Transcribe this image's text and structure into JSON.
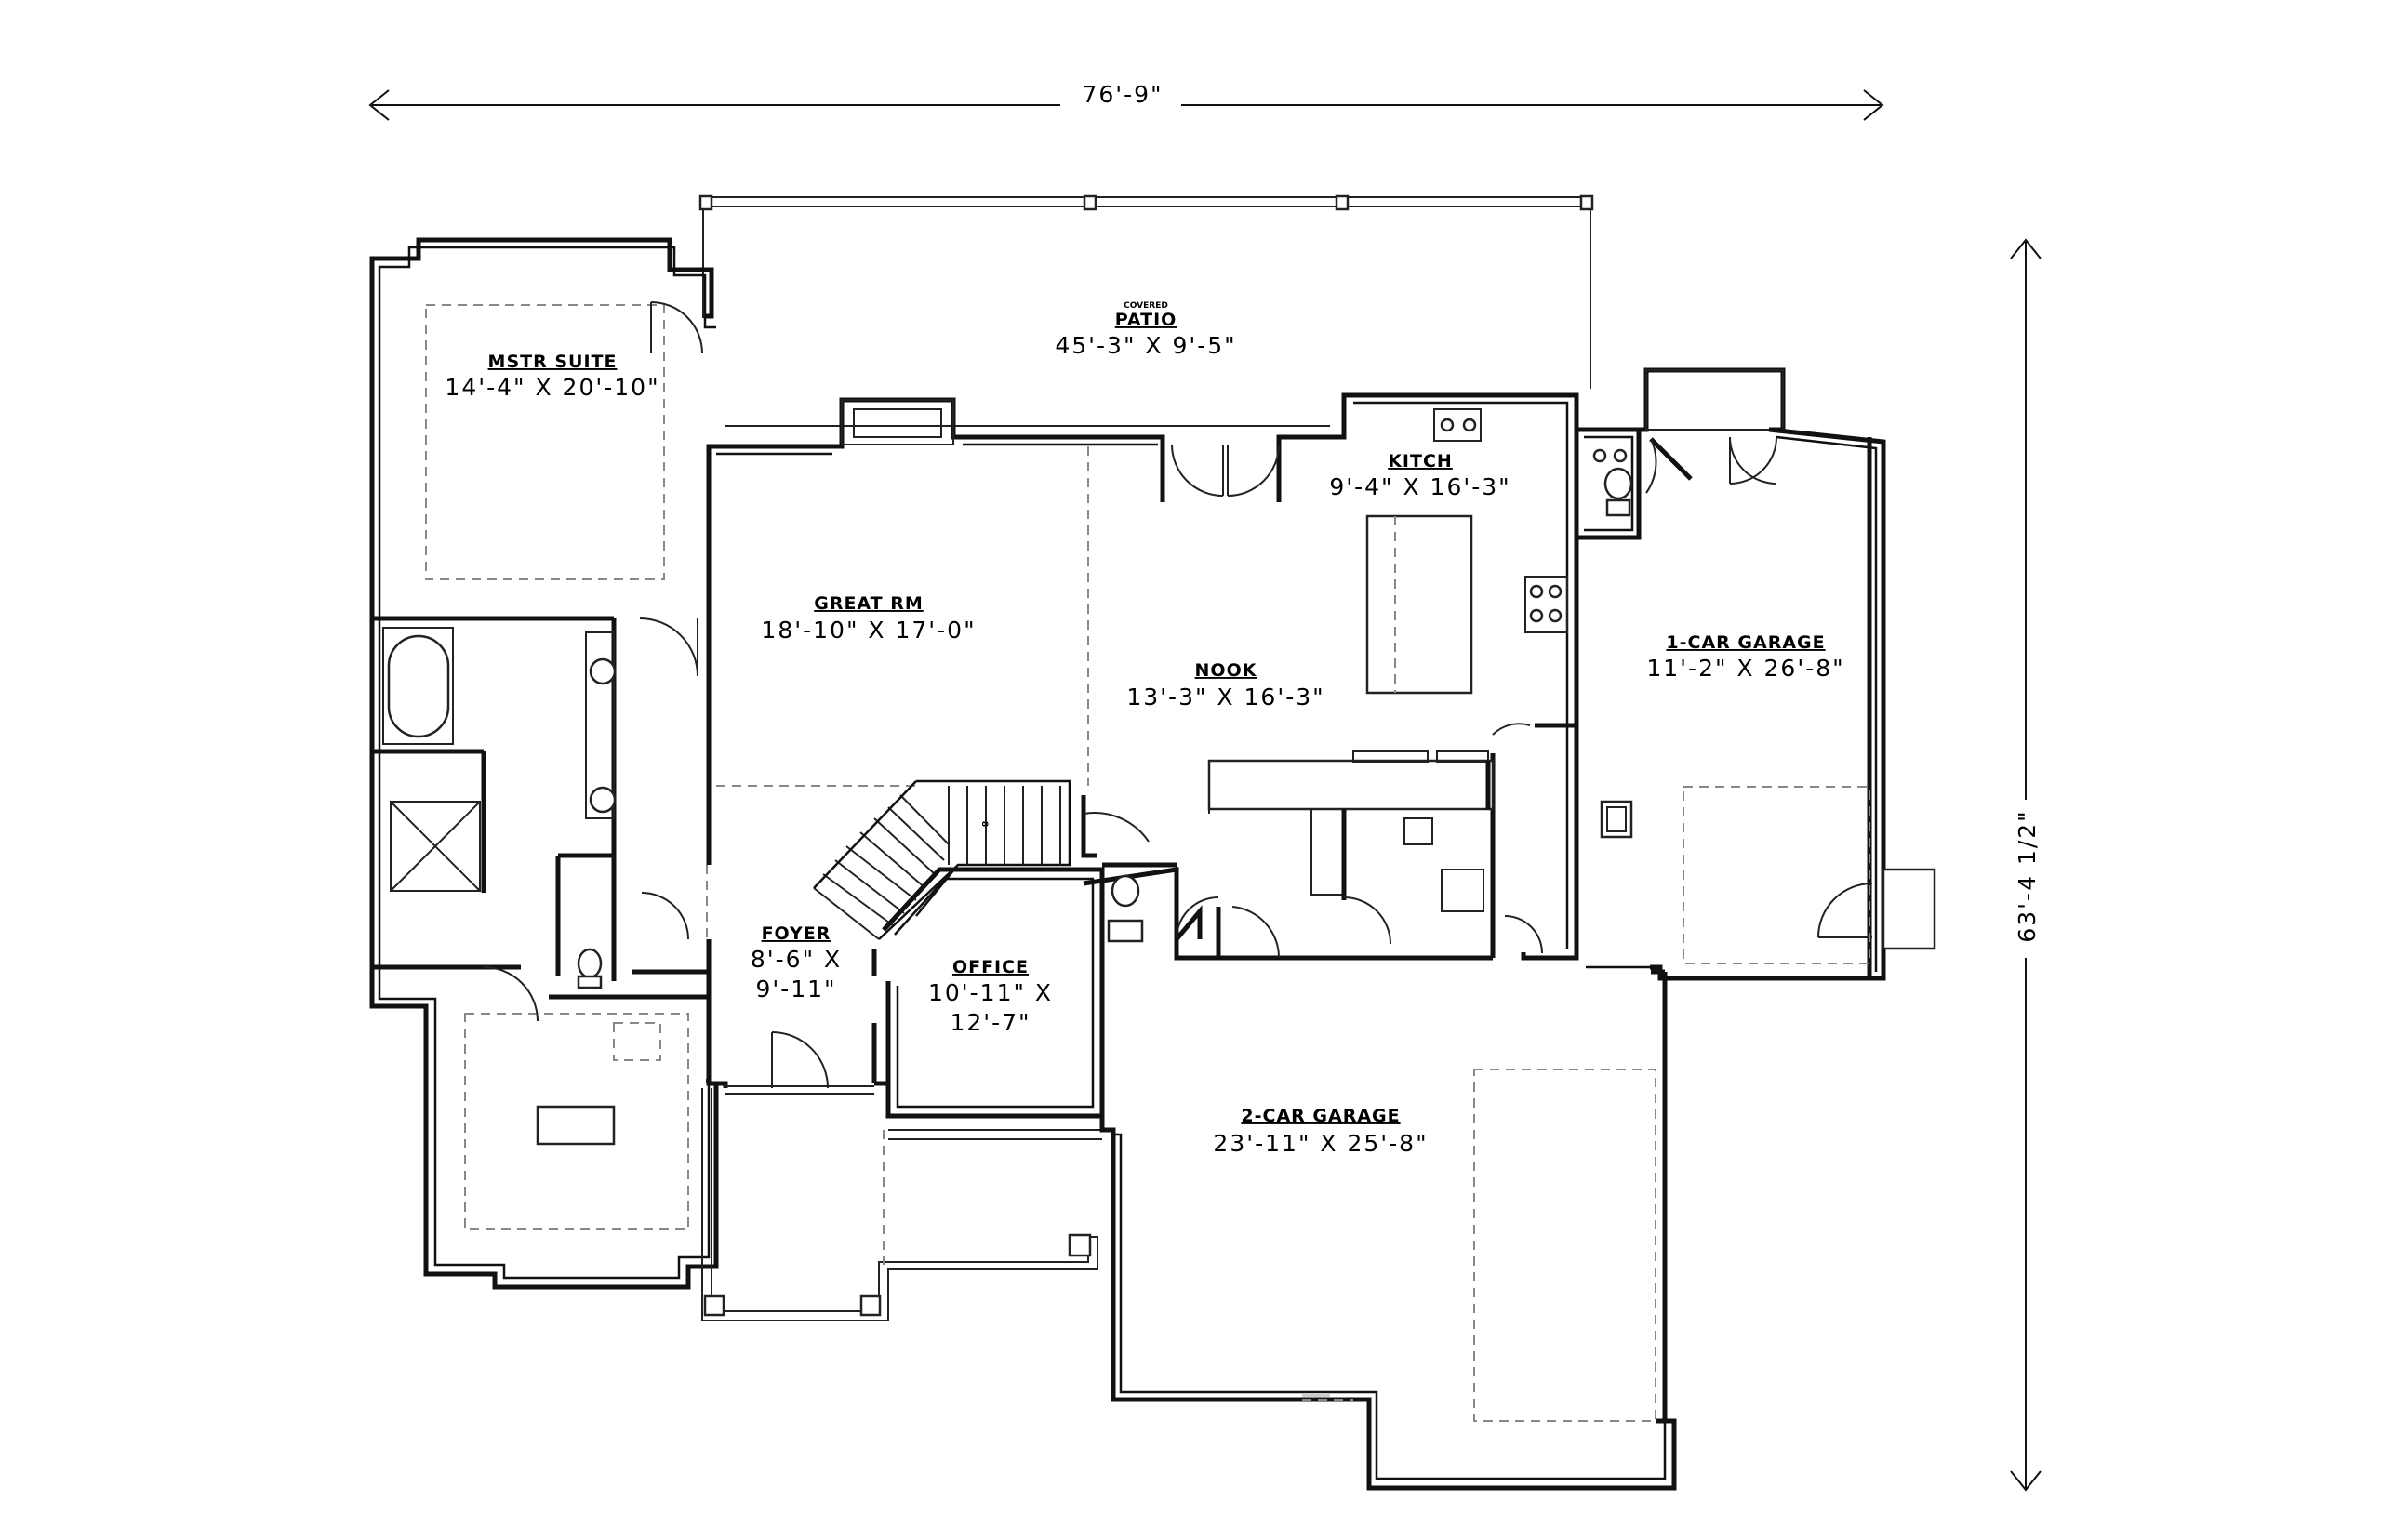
{
  "dimensions": {
    "width": "76'-9\"",
    "depth": "63'-4 1/2\""
  },
  "rooms": {
    "patio": {
      "small": "COVERED",
      "name": "PATIO",
      "size": "45'-3\" X 9'-5\""
    },
    "mstr": {
      "name": "MSTR SUITE",
      "size": "14'-4\" X 20'-10\""
    },
    "kitch": {
      "name": "KITCH",
      "size": "9'-4\" X 16'-3\""
    },
    "great": {
      "name": "GREAT RM",
      "size": "18'-10\" X 17'-0\""
    },
    "nook": {
      "name": "NOOK",
      "size": "13'-3\" X 16'-3\""
    },
    "garage1": {
      "name": "1-CAR GARAGE",
      "size": "11'-2\" X 26'-8\""
    },
    "foyer": {
      "name": "FOYER",
      "size1": "8'-6\" X",
      "size2": "9'-11\""
    },
    "office": {
      "name": "OFFICE",
      "size1": "10'-11\" X",
      "size2": "12'-7\""
    },
    "garage2": {
      "name": "2-CAR GARAGE",
      "size": "23'-11\" X 25'-8\""
    }
  },
  "stair_marker": "8"
}
